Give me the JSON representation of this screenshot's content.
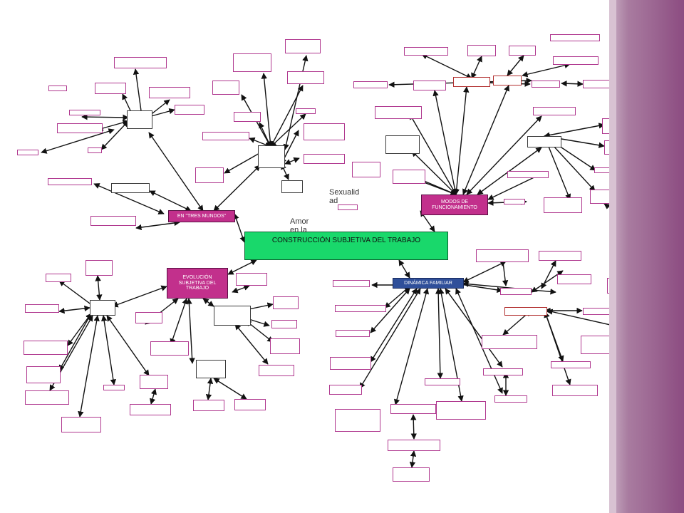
{
  "title": "CONSTRUCCIÓN SUBJETIVA DEL TRABAJO",
  "branches": {
    "tres_mundos": "EN \"TRES MUNDOS\"",
    "evolucion": "EVOLUCIÓN SUBJETIVA DEL TRABAJO",
    "modos": "MODOS DE FUNCIONAMIENTO",
    "dinamica": "DINÁMICA FAMILIAR"
  },
  "free_text": {
    "sexualidad": "Sexualid ad",
    "amor": "Amor en la"
  },
  "colors": {
    "center": "#19d86b",
    "branch_magenta": "#c2308c",
    "branch_blue": "#2f4f9a",
    "side_band": "#8c4c81"
  }
}
